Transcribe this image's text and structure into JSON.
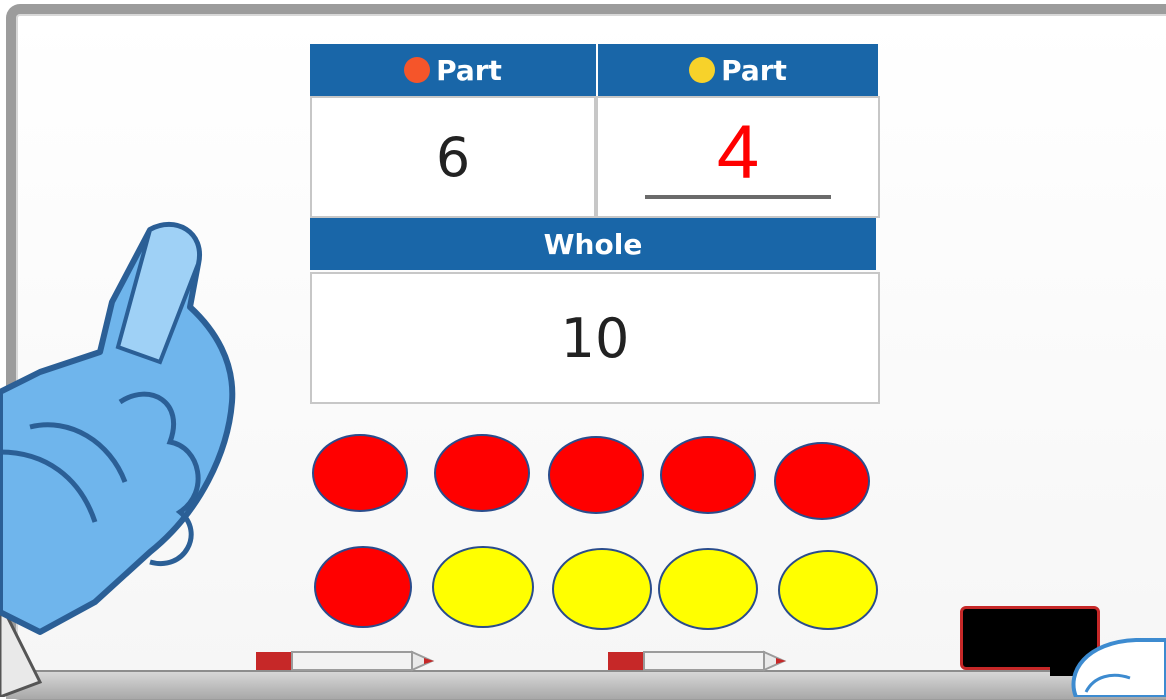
{
  "colors": {
    "red": "#ff0000",
    "yellow": "#ffff00",
    "header_blue": "#1966a8",
    "red_dot": "#f5552a",
    "yellow_dot": "#f7d22a"
  },
  "table": {
    "part1_label": "Part",
    "part2_label": "Part",
    "part1_value": "6",
    "part2_value": "4",
    "whole_label": "Whole",
    "whole_value": "10"
  },
  "counters": {
    "row1": [
      "red",
      "red",
      "red",
      "red",
      "red"
    ],
    "row2": [
      "red",
      "yellow",
      "yellow",
      "yellow",
      "yellow"
    ]
  },
  "icons": [
    "pointing-hand-icon",
    "marker-icon",
    "eraser-icon"
  ]
}
